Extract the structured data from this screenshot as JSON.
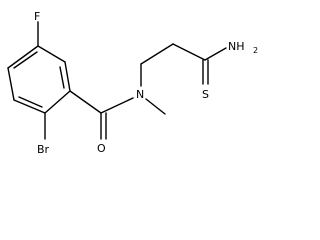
{
  "molecule": {
    "atoms": {
      "fluorine": "F",
      "bromine": "Br",
      "oxygen": "O",
      "nitrogen": "N",
      "amine": "NH",
      "amine_sub": "2",
      "sulfur": "S"
    },
    "colors": {
      "bond": "#000000",
      "label": "#000000",
      "background": "#ffffff"
    }
  }
}
